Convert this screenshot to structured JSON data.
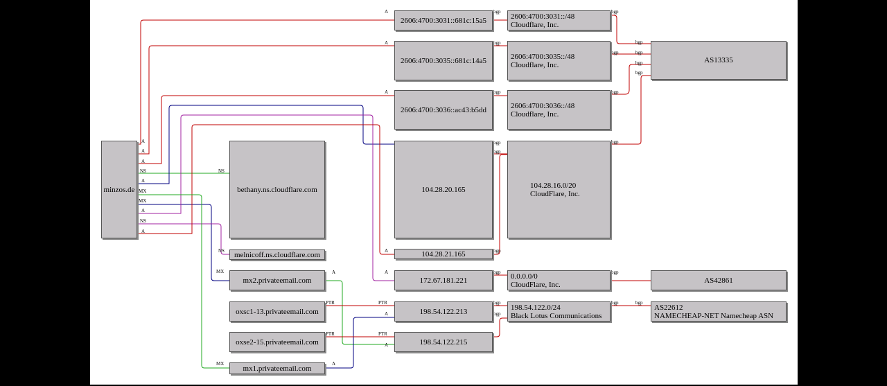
{
  "nodes": {
    "domain": "minzos.de",
    "ns_bethany": "bethany.ns.cloudflare.com",
    "ns_melnicoff": "melnicoff.ns.cloudflare.com",
    "mx2": "mx2.privateemail.com",
    "oxsc1": "oxsc1-13.privateemail.com",
    "oxse2": "oxse2-15.privateemail.com",
    "mx1": "mx1.privateemail.com",
    "ip6_1": "2606:4700:3031::681c:15a5",
    "ip6_2": "2606:4700:3035::681c:14a5",
    "ip6_3": "2606:4700:3036::ac43:b5dd",
    "ip4_1": "104.28.20.165",
    "ip4_2": "104.28.21.165",
    "ip4_3": "172.67.181.221",
    "ip4_4": "198.54.122.213",
    "ip4_5": "198.54.122.215",
    "pfx6_1_line1": "2606:4700:3031::/48",
    "pfx6_1_line2": "Cloudflare, Inc.",
    "pfx6_2_line1": "2606:4700:3035::/48",
    "pfx6_2_line2": "Cloudflare, Inc.",
    "pfx6_3_line1": "2606:4700:3036::/48",
    "pfx6_3_line2": "Cloudflare, Inc.",
    "pfx4_1_line1": "104.28.16.0/20",
    "pfx4_1_line2": "CloudFlare, Inc.",
    "pfx4_2_line1": "0.0.0.0/0",
    "pfx4_2_line2": "CloudFlare, Inc.",
    "pfx4_3_line1": "198.54.122.0/24",
    "pfx4_3_line2": "Black Lotus Communications",
    "as1": "AS13335",
    "as2": "AS42861",
    "as3_line1": "AS22612",
    "as3_line2": "NAMECHEAP-NET Namecheap ASN"
  },
  "edge_labels": {
    "a": "A",
    "ns": "NS",
    "mx": "MX",
    "ptr": "PTR",
    "bgp": "bgp"
  },
  "colors": {
    "a_record": "#c00000",
    "ns_record": "#22aa22",
    "mx_record_1": "#000080",
    "mx_record_2": "#a020a0",
    "node_fill": "#c6c3c6"
  }
}
